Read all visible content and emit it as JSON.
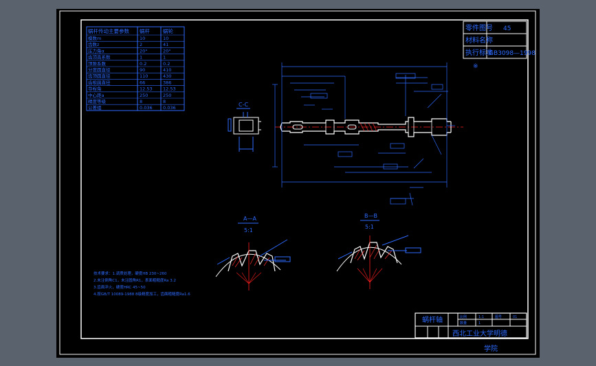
{
  "colors": {
    "background_outer": "#5a626e",
    "viewport": "#000000",
    "frame": "#ffffff",
    "geometry": "#ffffff",
    "dimension": "#2f6bff",
    "section_hatch": "#ff3030",
    "center_line": "#ff2020"
  },
  "top_right_box": {
    "rows": [
      "零件图号",
      "材料名称",
      "执行标准"
    ],
    "values": [
      "45",
      "",
      "GB3098—1998"
    ]
  },
  "gear_table": {
    "headers": [
      "蜗杆传动主要参数",
      "蜗杆",
      "蜗轮"
    ],
    "rows": [
      [
        "模数m",
        "10",
        "10"
      ],
      [
        "齿数z",
        "2",
        "41"
      ],
      [
        "压力角α",
        "20°",
        "20°"
      ],
      [
        "齿顶高系数",
        "1",
        "1"
      ],
      [
        "顶隙系数",
        "0.2",
        "0.2"
      ],
      [
        "分度圆直径",
        "90",
        "410"
      ],
      [
        "齿顶圆直径",
        "110",
        "430"
      ],
      [
        "齿根圆直径",
        "66",
        "386"
      ],
      [
        "导程角",
        "12.53",
        "12.53"
      ],
      [
        "中心距a",
        "250",
        "250"
      ],
      [
        "精度等级",
        "8",
        "8"
      ],
      [
        "公差组",
        "0.036",
        "0.036"
      ]
    ]
  },
  "view_labels": {
    "detail_c": "C-C",
    "section_a": "A—A",
    "section_a_scale": "5:1",
    "section_b": "B—B",
    "section_b_scale": "5:1"
  },
  "tech_notes": [
    "技术要求：1.调质处理，硬度HB 230~260",
    "2.未注倒角C1，未注圆角R1，表面粗糙度Ra 3.2",
    "3.齿面淬火，硬度HRC 45~50",
    "4.按GB/T 10089-1988 8级精度加工，齿面粗糙度Ra1.6"
  ],
  "title_block": {
    "name": "蜗杆轴",
    "school": "西北工业大学明德",
    "cells": [
      "比例",
      "1:1",
      "图号",
      "01",
      "数量",
      "1"
    ],
    "below": "学院"
  }
}
